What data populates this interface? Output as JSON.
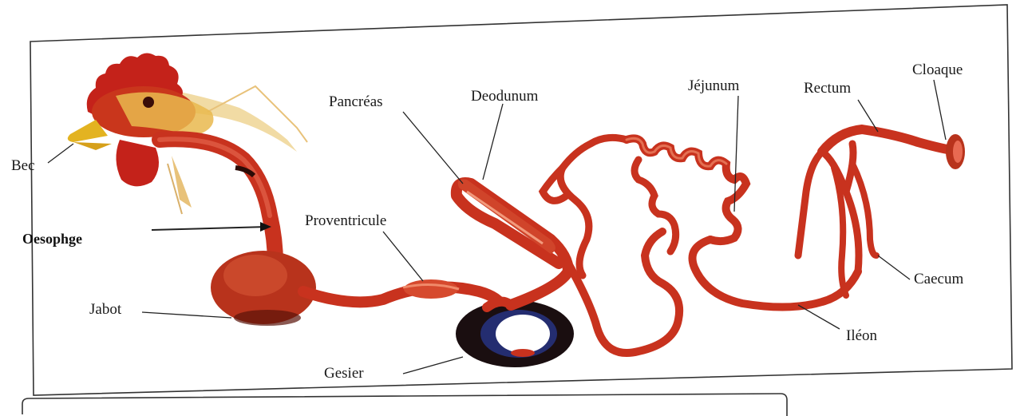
{
  "diagram": {
    "labels": {
      "bec": "Bec",
      "oesophage": "Oesophge",
      "jabot": "Jabot",
      "proventricule": "Proventricule",
      "pancreas": "Pancréas",
      "deodunum": "Deodunum",
      "jejunum": "Jéjunum",
      "rectum": "Rectum",
      "cloaque": "Cloaque",
      "caecum": "Caecum",
      "ileon": "Iléon",
      "gesier": "Gesier"
    },
    "colors": {
      "organ": "#c8321e",
      "organ_dark": "#8e1f12",
      "organ_light": "#e86a52",
      "comb": "#c4221a",
      "gizzard": "#1a0e10",
      "gizzard_center": "#ffffff",
      "feathers": "#e8c27a",
      "beak": "#e3b321",
      "frame": "#333333",
      "leader": "#222222"
    }
  }
}
